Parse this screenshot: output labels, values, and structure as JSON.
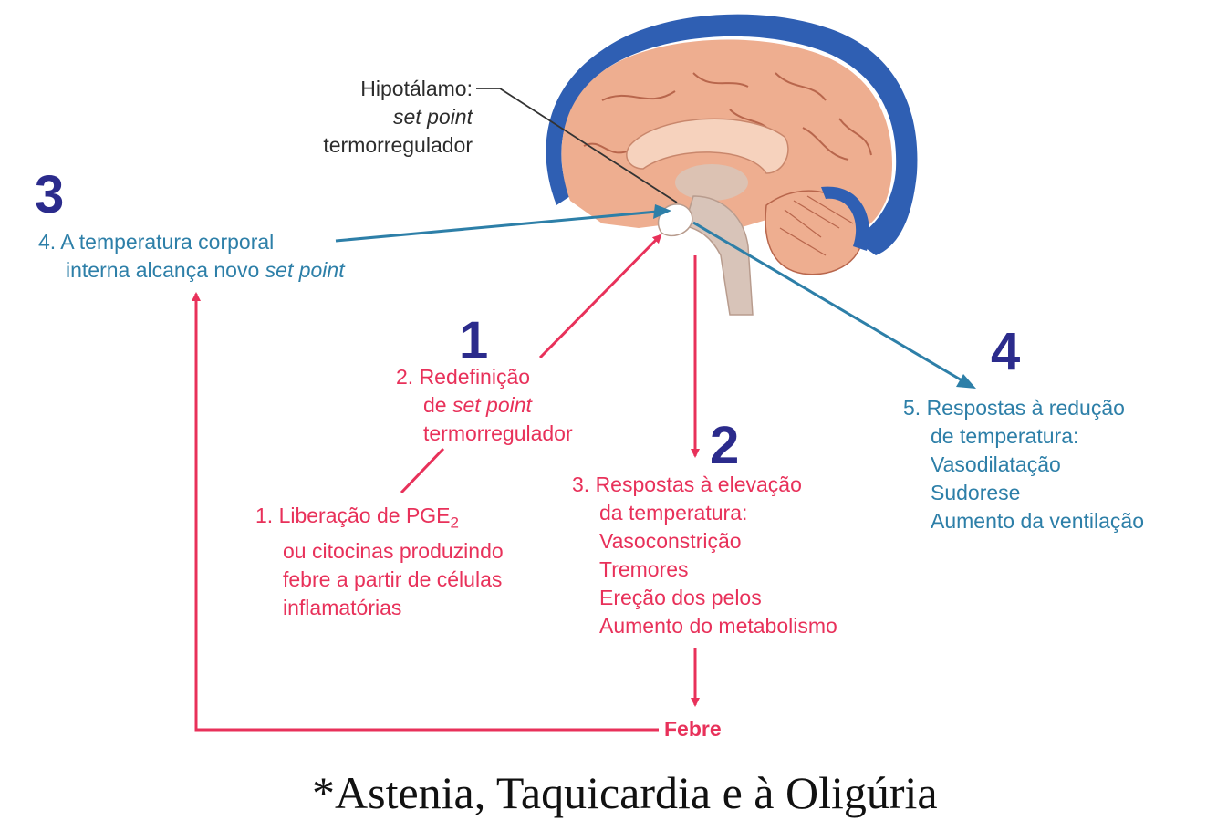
{
  "colors": {
    "red": "#e8315a",
    "blue": "#2d7fa8",
    "step_number": "#2b2b8c",
    "brain": "#eeae90",
    "meninges": "#2f5fb3"
  },
  "brain_illustration": {
    "icon": "brain-sagittal-section"
  },
  "hipotalamo": {
    "line1": "Hipotálamo:",
    "line2": "set point",
    "line3": "termorregulador"
  },
  "step_numbers": {
    "n1": "1",
    "n2": "2",
    "n3": "3",
    "n4": "4"
  },
  "step4": {
    "line1": "4. A temperatura corporal",
    "line2_prefix": "interna alcança novo ",
    "line2_italic": "set point"
  },
  "step2": {
    "line1": "2. Redefinição",
    "line2_prefix": "de ",
    "line2_italic": "set point",
    "line3": "termorregulador"
  },
  "step1": {
    "line1_prefix": "1. Liberação de PGE",
    "line1_sub": "2",
    "line2": "ou citocinas produzindo",
    "line3": "febre a partir de células",
    "line4": "inflamatórias"
  },
  "step3": {
    "title1": "3. Respostas à elevação",
    "title2": "da temperatura:",
    "items": [
      "Vasoconstrição",
      "Tremores",
      "Ereção dos pelos",
      "Aumento do metabolismo"
    ]
  },
  "step5": {
    "title1": "5. Respostas à redução",
    "title2": "de temperatura:",
    "items": [
      "Vasodilatação",
      "Sudorese",
      "Aumento da ventilação"
    ]
  },
  "febre": "Febre",
  "footer": "*Astenia, Taquicardia e à Oligúria"
}
